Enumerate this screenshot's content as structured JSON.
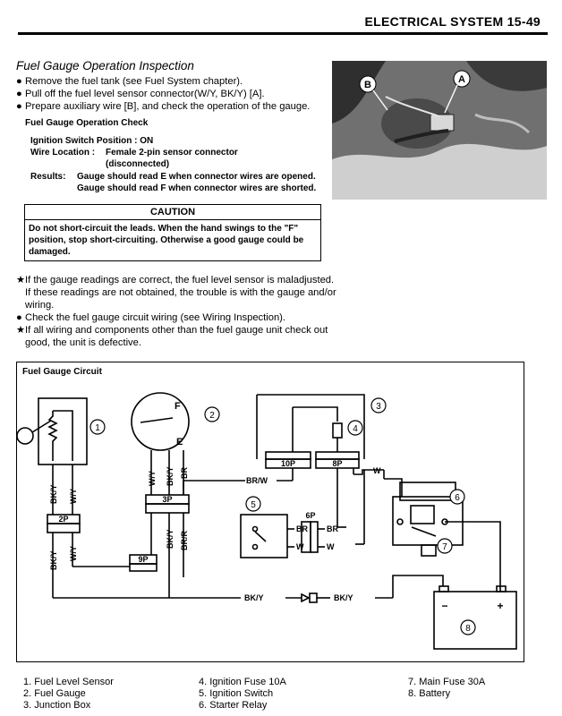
{
  "header": {
    "title": "ELECTRICAL SYSTEM   15-49"
  },
  "section": {
    "title": "Fuel Gauge Operation Inspection",
    "steps": [
      "Remove the fuel tank (see Fuel System chapter).",
      "Pull off the fuel level sensor connector(W/Y, BK/Y) [A].",
      "Prepare auxiliary wire [B], and check the operation of the gauge."
    ]
  },
  "photo": {
    "label_b": "B",
    "label_a": "A"
  },
  "check": {
    "title": "Fuel Gauge Operation Check",
    "ignition_label": "Ignition Switch Position : ON",
    "wire_label": "Wire Location :",
    "wire_value_1": "Female 2-pin sensor connector",
    "wire_value_2": "(disconnected)",
    "results_label": "Results:",
    "result_1": "Gauge should read E when connector wires are opened.",
    "result_2": "Gauge should read F when connector wires are shorted."
  },
  "caution": {
    "title": "CAUTION",
    "line_1": "Do not short-circuit the leads.  When the hand swings to the \"F\"",
    "line_2": "position, stop short-circuiting.  Otherwise a good gauge could be",
    "line_3": "damaged."
  },
  "notes": [
    "If the gauge readings are correct, the fuel level sensor is maladjusted.",
    "If these readings are not obtained, the trouble is with the gauge and/or",
    "wiring.",
    "Check the fuel gauge circuit wiring (see Wiring Inspection).",
    "If all wiring and components other than the fuel gauge unit check out",
    "good, the unit is defective."
  ],
  "note_glyphs": {
    "star": "★",
    "bullet": "●"
  },
  "circuit": {
    "title": "Fuel Gauge Circuit",
    "labels": {
      "n1": "1",
      "n2": "2",
      "n3": "3",
      "n4": "4",
      "n5": "5",
      "n6": "6",
      "n7": "7",
      "n8": "8",
      "gauge_f": "F",
      "gauge_e": "E",
      "c2p": "2P",
      "c3p": "3P",
      "c9p": "9P",
      "c10p": "10P",
      "c8p": "8P",
      "c6p": "6P",
      "bky": "BK/Y",
      "wy": "W/Y",
      "br": "BR",
      "brr": "BR/R",
      "brw": "BR/W",
      "w": "W",
      "minus": "−",
      "plus": "+"
    }
  },
  "legend": [
    "1.  Fuel Level Sensor",
    "2.  Fuel Gauge",
    "3.  Junction Box",
    "4.  Ignition Fuse 10A",
    "5.  Ignition Switch",
    "6.  Starter Relay",
    "7.  Main Fuse 30A",
    "8.  Battery"
  ]
}
